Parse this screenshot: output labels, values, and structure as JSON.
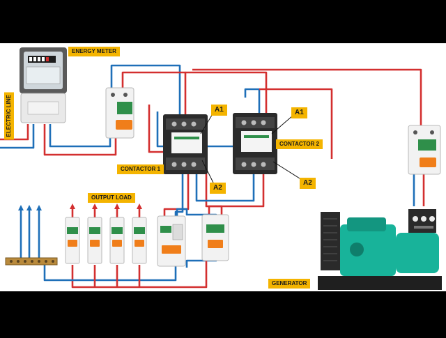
{
  "labels": {
    "energy_meter": "ENERGY METER",
    "electric_line": "ELECTRIC LINE",
    "contactor_1": "CONTACTOR 1",
    "contactor_2": "CONTACTOR 2",
    "a1_left": "A1",
    "a2_left": "A2",
    "a1_right": "A1",
    "a2_right": "A2",
    "output_load": "OUTPUT LOAD",
    "generator": "GENERATOR"
  },
  "colors": {
    "phase_wire": "#d32f2f",
    "neutral_wire": "#1e6fb8",
    "label_bg": "#f4b400",
    "breaker_body": "#f2f2f2",
    "breaker_lever": "#f07e1a",
    "contactor_body": "#2b2b2b",
    "generator_body": "#18b39a"
  }
}
